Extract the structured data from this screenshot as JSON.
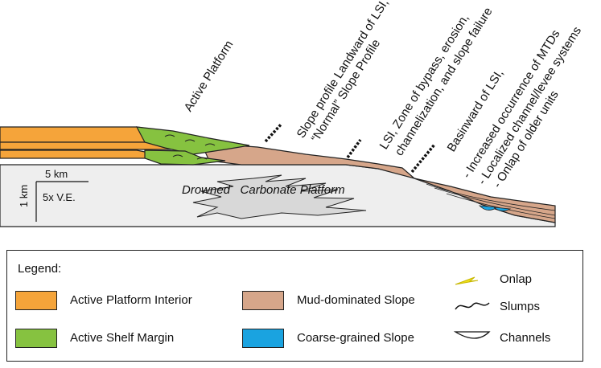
{
  "annotations": {
    "active_platform": "Active Platform",
    "slope_profile_1": "Slope profile Landward of LSI,",
    "slope_profile_2": "“Normal” Slope Profile",
    "lsi_1": "LSI, Zone of bypass, erosion,",
    "lsi_2": "channelization, and slope failure",
    "basinward_1": "Basinward of LSI,",
    "basinward_2": "- Increased occurrence of MTDs",
    "basinward_3": "- Localized channel/levee systems",
    "basinward_4": "- Onlap of older units",
    "drowned": "Drowned   Carbonate Platform"
  },
  "scale": {
    "horizontal": "5 km",
    "vertical": "1 km",
    "vertical_exaggeration": "5x V.E."
  },
  "legend": {
    "title": "Legend:",
    "items": [
      {
        "label": "Active Platform Interior",
        "color": "#f5a43a"
      },
      {
        "label": "Active Shelf Margin",
        "color": "#86c240"
      },
      {
        "label": "Mud-dominated Slope",
        "color": "#d6a68a"
      },
      {
        "label": "Coarse-grained Slope",
        "color": "#1aa3e0"
      }
    ],
    "symbols": [
      {
        "label": "Onlap",
        "icon": "onlap-arrow",
        "color": "#f2e21a"
      },
      {
        "label": "Slumps",
        "icon": "slump-squiggle"
      },
      {
        "label": "Channels",
        "icon": "channel-lens"
      }
    ]
  }
}
